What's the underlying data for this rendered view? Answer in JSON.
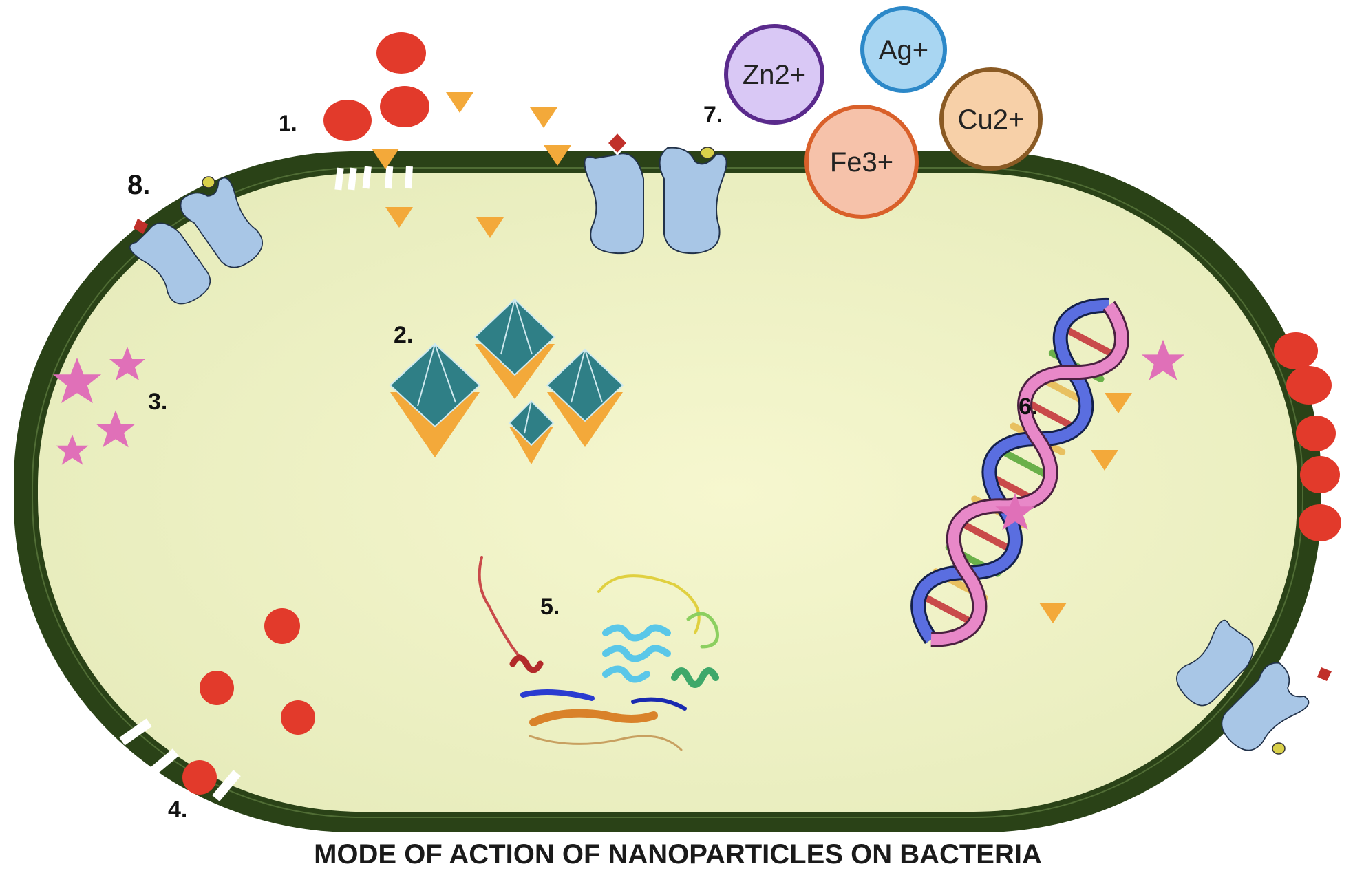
{
  "caption": "MODE OF ACTION OF NANOPARTICLES ON BACTERIA",
  "step_labels": [
    "1.",
    "2.",
    "3.",
    "4.",
    "5.",
    "6.",
    "7.",
    "8."
  ],
  "ions": [
    {
      "text": "Zn2+",
      "fill": "#d9c8f5",
      "stroke": "#5a2a8c"
    },
    {
      "text": "Ag+",
      "fill": "#a9d6f2",
      "stroke": "#2c88c8"
    },
    {
      "text": "Fe3+",
      "fill": "#f6c2aa",
      "stroke": "#d9602a"
    },
    {
      "text": "Cu2+",
      "fill": "#f7d0a8",
      "stroke": "#8a5a24"
    }
  ],
  "colors": {
    "cell_wall": "#2a4217",
    "cytoplasm": "#f1f2c4",
    "nanoparticle": "#e23a2b",
    "triangle": "#f3a93a",
    "star": "#e070b8",
    "crystal": "#2f7f86",
    "transporter": "#a8c6e6",
    "dna_strand_a": "#5a6ee0",
    "dna_strand_b": "#e888c8"
  }
}
